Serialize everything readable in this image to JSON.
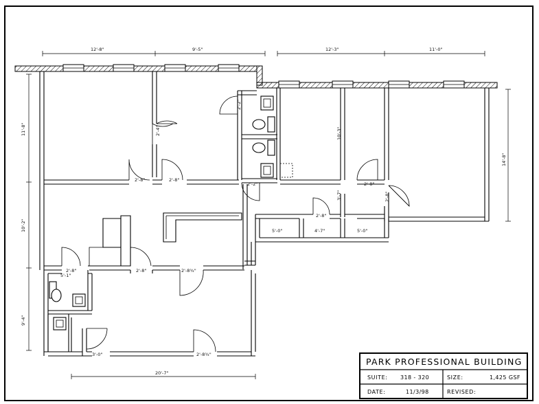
{
  "dimensions": {
    "top_left_1": "12'-8\"",
    "top_left_2": "9'-5\"",
    "top_right_1": "12'-3\"",
    "top_right_2": "11'-0\"",
    "left_upper": "11'-8\"",
    "left_middle": "10'-2\"",
    "left_lower": "9'-4\"",
    "right_side": "14'-8\"",
    "bottom": "20'-7\""
  },
  "labels": {
    "door_2_4": "2'-4\"",
    "door_2_2_top": "2'-2\"",
    "door_2_2_mid": "2'-2\"",
    "door_2_8_a": "2'-8\"",
    "door_2_8_b": "2'-8\"",
    "dim_10_3": "10'-3\"",
    "dim_2_8_c": "2'-8\"",
    "dim_3_7": "3'-7\"",
    "dim_2_8_d": "2'-8\"",
    "dim_2_8_e": "2'-8\"",
    "dim_5_0_a": "5'-0\"",
    "dim_4_7": "4'-7\"",
    "dim_5_0_b": "5'-0\"",
    "dim_2_8_f": "2'-8\"",
    "dim_2_8_g": "2'-8\"",
    "dim_2_8_3_4": "2'-8¾\"",
    "dim_5_1": "5'-1\"",
    "dim_3_0": "3'-0\"",
    "dim_2_8_3_4_b": "2'-8¾\""
  },
  "title_block": {
    "title": "PARK PROFESSIONAL BUILDING",
    "suite_label": "SUITE:",
    "suite_value": "318 - 320",
    "size_label": "SIZE:",
    "size_value": "1,425 GSF",
    "date_label": "DATE:",
    "date_value": "11/3/98",
    "revised_label": "REVISED:",
    "revised_value": ""
  }
}
